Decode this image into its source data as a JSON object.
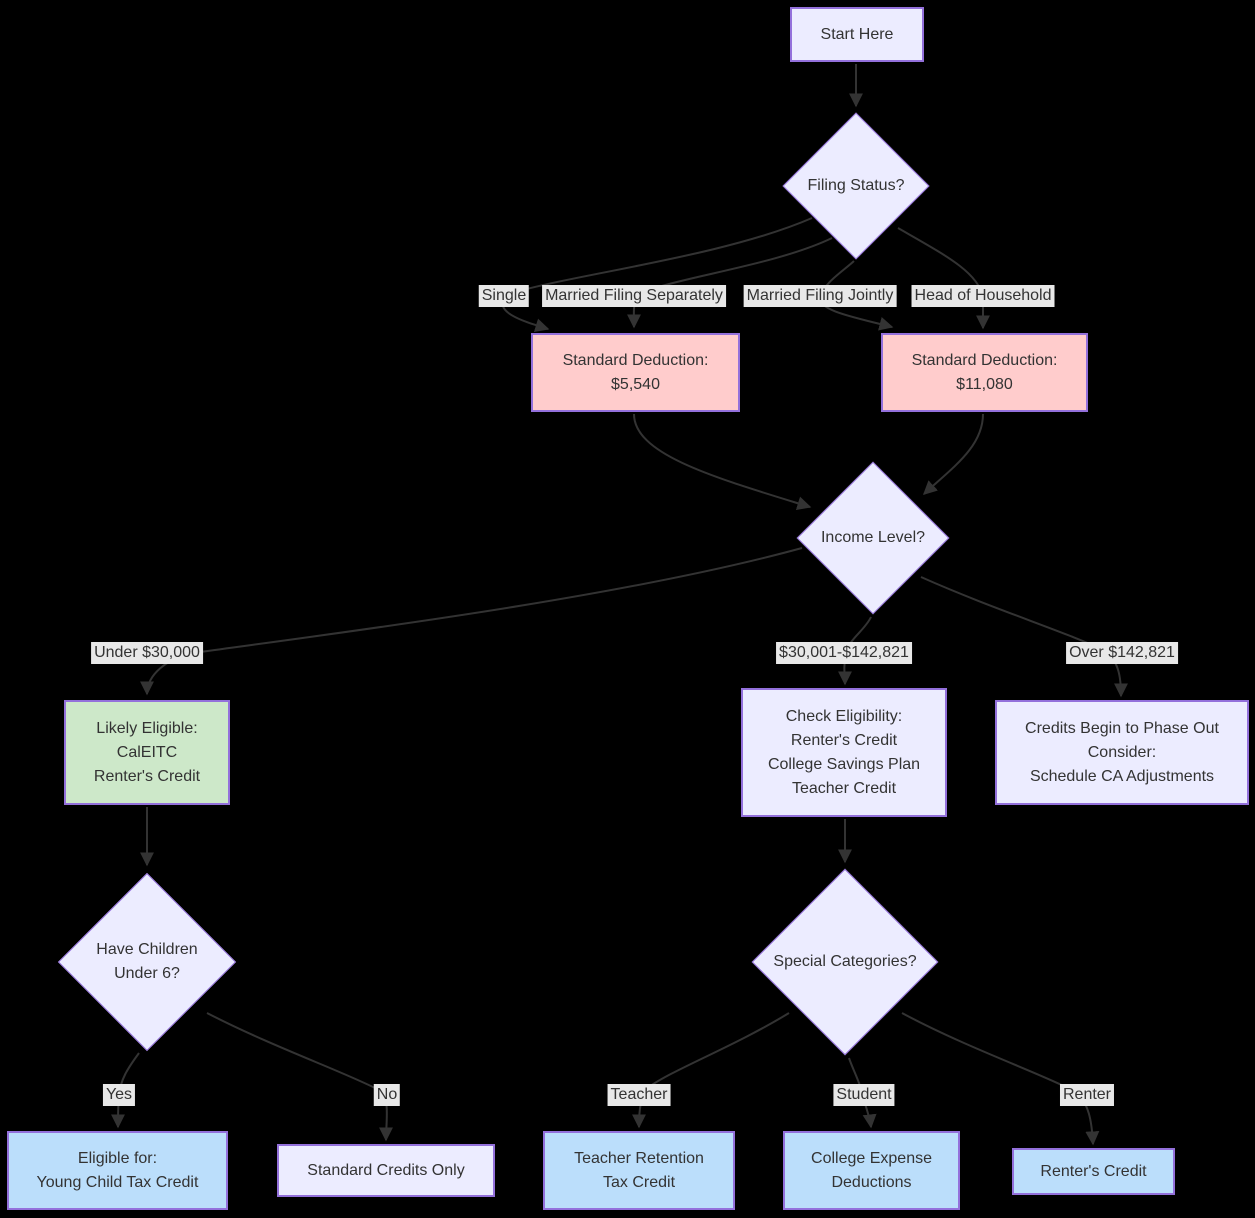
{
  "colors": {
    "background": "#000000",
    "node_fill": "#ECECFF",
    "node_border": "#9370DB",
    "pink_fill": "#FFCCCC",
    "green_fill": "#CDE8C9",
    "blue_fill": "#BBDEFB",
    "edge_stroke": "#333333",
    "edge_label_bg": "#E8E8E8",
    "text": "#333333"
  },
  "nodes": {
    "start": {
      "label": "Start Here"
    },
    "filing_status": {
      "label": "Filing Status?"
    },
    "sd_single": {
      "lines": [
        "Standard Deduction:",
        "$5,540"
      ]
    },
    "sd_joint": {
      "lines": [
        "Standard Deduction:",
        "$11,080"
      ]
    },
    "income_level": {
      "label": "Income Level?"
    },
    "likely_eligible": {
      "lines": [
        "Likely Eligible:",
        "CalEITC",
        "Renter's Credit"
      ]
    },
    "check_eligibility": {
      "lines": [
        "Check Eligibility:",
        "Renter's Credit",
        "College Savings Plan",
        "Teacher Credit"
      ]
    },
    "phase_out": {
      "lines": [
        "Credits Begin to Phase Out",
        "Consider:",
        "Schedule CA Adjustments"
      ]
    },
    "have_children": {
      "lines": [
        "Have Children",
        "Under 6?"
      ]
    },
    "special_categories": {
      "label": "Special Categories?"
    },
    "young_child_credit": {
      "lines": [
        "Eligible for:",
        "Young Child Tax Credit"
      ]
    },
    "standard_credits": {
      "label": "Standard Credits Only"
    },
    "teacher_retention": {
      "lines": [
        "Teacher Retention",
        "Tax Credit"
      ]
    },
    "college_expense": {
      "lines": [
        "College Expense",
        "Deductions"
      ]
    },
    "renters_credit": {
      "label": "Renter's Credit"
    }
  },
  "edge_labels": {
    "single": "Single",
    "married_separately": "Married Filing Separately",
    "married_jointly": "Married Filing Jointly",
    "head_household": "Head of Household",
    "under_30k": "Under $30,000",
    "mid_income": "$30,001-$142,821",
    "over_142k": "Over $142,821",
    "yes": "Yes",
    "no": "No",
    "teacher": "Teacher",
    "student": "Student",
    "renter": "Renter"
  }
}
